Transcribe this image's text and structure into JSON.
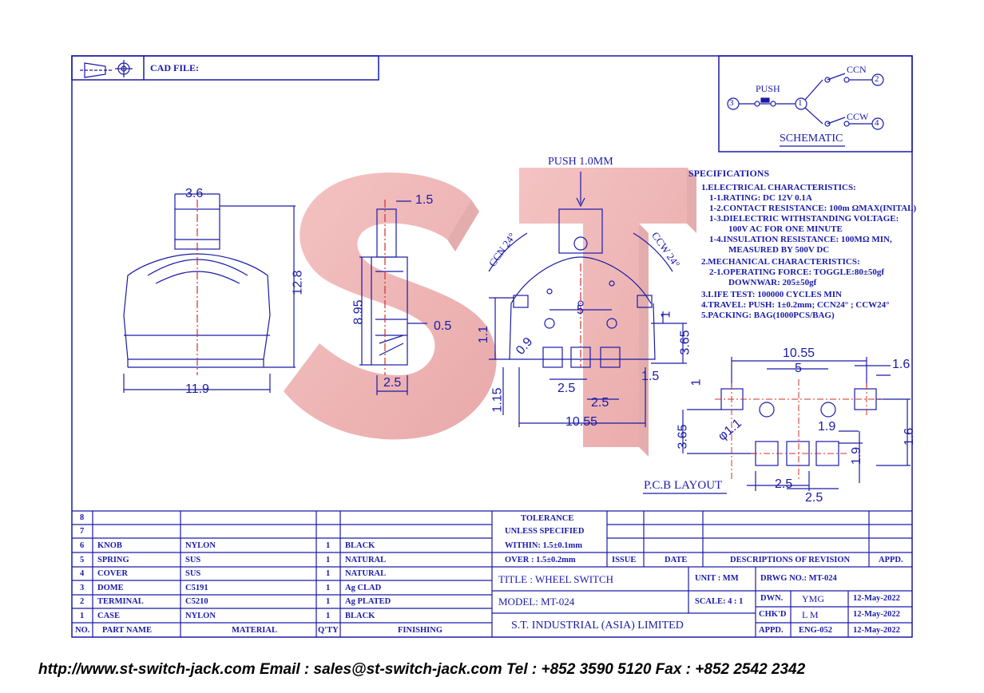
{
  "colors": {
    "ink": "#1a1aa8",
    "watermark": "#e8a0a0",
    "footer": "#000000"
  },
  "header": {
    "cad_file_label": "CAD FILE:"
  },
  "watermark": {
    "text": "ST"
  },
  "schematic": {
    "title": "SCHEMATIC",
    "push_label": "PUSH",
    "ccn_label": "CCN",
    "ccw_label": "CCW",
    "nodes": [
      "3",
      "1",
      "2",
      "4"
    ]
  },
  "specifications": {
    "title": "SPECIFICATIONS",
    "lines": [
      "1.ELECTRICAL CHARACTERISTICS:",
      "1-1.RATING: DC 12V 0.1A",
      "1-2.CONTACT RESISTANCE: 100m ΩMAX(INITAL)",
      "1-3.DIELECTRIC WITHSTANDING VOLTAGE:",
      "100V AC FOR ONE MINUTE",
      "1-4.INSULATION RESISTANCE: 100MΩ MIN,",
      "MEASURED BY 500V DC",
      "2.MECHANICAL CHARACTERISTICS:",
      "2-1.OPERATING FORCE: TOGGLE:80±50gf",
      "DOWNWAR: 205±50gf",
      "3.LIFE TEST: 100000 CYCLES MIN",
      "4.TRAVEL: PUSH: 1±0.2mm; CCN24° ; CCW24°",
      "5.PACKING: BAG(1000PCS/BAG)"
    ]
  },
  "dimensions": {
    "front_top_width": "3.6",
    "front_height": "12.8",
    "front_width": "11.9",
    "side_top": "1.5",
    "side_height": "8.95",
    "side_tab": "0.5",
    "side_bottom": "2.5",
    "push_travel": "PUSH  1.0MM",
    "ccn_angle": "CCN 24°",
    "ccw_angle": "CCW 24°",
    "main_5": "5",
    "main_1_1": "1.1",
    "main_1": "1",
    "main_3_65": "3.65",
    "main_0_9": "0.9",
    "main_1_15": "1.15",
    "main_2_5a": "2.5",
    "main_2_5b": "2.5",
    "main_1_5": "1.5",
    "main_10_55": "10.55",
    "pcb_10_55": "10.55",
    "pcb_5": "5",
    "pcb_1_6a": "1.6",
    "pcb_1": "1",
    "pcb_hole": "φ1.1",
    "pcb_1_9a": "1.9",
    "pcb_1_6b": "1.6",
    "pcb_3_65": "3.65",
    "pcb_1_9b": "1.9",
    "pcb_2_5a": "2.5",
    "pcb_2_5b": "2.5",
    "pcb_layout_label": "P.C.B  LAYOUT"
  },
  "bom": {
    "rows": [
      {
        "no": "8",
        "part": "",
        "material": "",
        "qty": "",
        "finishing": ""
      },
      {
        "no": "7",
        "part": "",
        "material": "",
        "qty": "",
        "finishing": ""
      },
      {
        "no": "6",
        "part": "KNOB",
        "material": "NYLON",
        "qty": "1",
        "finishing": "BLACK"
      },
      {
        "no": "5",
        "part": "SPRING",
        "material": "SUS",
        "qty": "1",
        "finishing": "NATURAL"
      },
      {
        "no": "4",
        "part": "COVER",
        "material": "SUS",
        "qty": "1",
        "finishing": "NATURAL"
      },
      {
        "no": "3",
        "part": "DOME",
        "material": "C5191",
        "qty": "1",
        "finishing": "Ag CLAD"
      },
      {
        "no": "2",
        "part": "TERMINAL",
        "material": "C5210",
        "qty": "1",
        "finishing": "Ag PLATED"
      },
      {
        "no": "1",
        "part": "CASE",
        "material": "NYLON",
        "qty": "1",
        "finishing": "BLACK"
      }
    ],
    "headers": {
      "no": "NO.",
      "part": "PART   NAME",
      "material": "MATERIAL",
      "qty": "Q'TY",
      "finishing": "FINISHING"
    }
  },
  "tolerance": {
    "line1": "TOLERANCE",
    "line2": "UNLESS   SPECIFIED",
    "within": "WITHIN: 1.5±0.1mm",
    "over": "OVER  : 1.5±0.2mm"
  },
  "revision": {
    "issue": "ISSUE",
    "date": "DATE",
    "descriptions": "DESCRIPTIONS  OF  REVISION",
    "appd": "APPD."
  },
  "title_block": {
    "title": "TITLE : WHEEL SWITCH",
    "model": "MODEL: MT-024",
    "company": "S.T.  INDUSTRIAL  (ASIA)  LIMITED",
    "unit": "UNIT :  MM",
    "scale": "SCALE:  4 : 1",
    "drwg_no": "DRWG NO.: MT-024",
    "dwn_label": "DWN.",
    "dwn_value": "YMG",
    "dwn_date": "12-May-2022",
    "chkd_label": "CHK'D",
    "chkd_value": "L M",
    "chkd_date": "12-May-2022",
    "appd_label": "APPD.",
    "appd_value": "ENG-052",
    "appd_date": "12-May-2022"
  },
  "footer": {
    "text": "http://www.st-switch-jack.com  Email : sales@st-switch-jack.com  Tel : +852 3590 5120  Fax : +852 2542 2342"
  }
}
